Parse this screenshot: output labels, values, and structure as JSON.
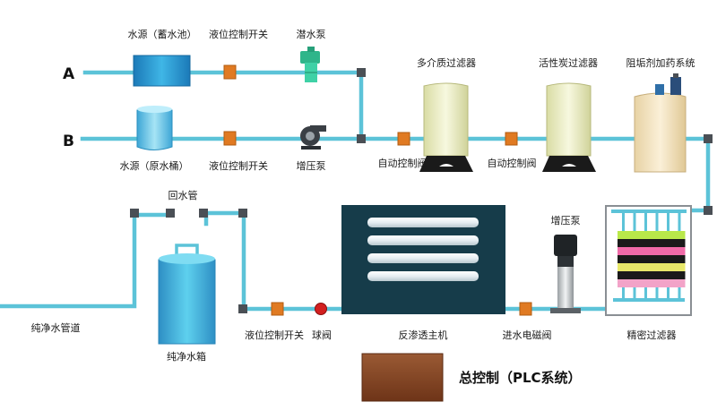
{
  "lines": {
    "a": "A",
    "b": "B"
  },
  "labels": {
    "source_reservoir": "水源（蓄水池）",
    "level_switch_a": "液位控制开关",
    "submersible_pump": "潜水泵",
    "source_bucket": "水源（原水桶）",
    "level_switch_b": "液位控制开关",
    "booster_pump_b": "增压泵",
    "multimedia_filter": "多介质过滤器",
    "carbon_filter": "活性炭过滤器",
    "antiscalant_system": "阻垢剂加药系统",
    "auto_valve_1": "自动控制阀",
    "auto_valve_2": "自动控制阀",
    "return_pipe": "回水管",
    "pure_water_pipe": "纯净水管道",
    "pure_water_tank": "纯净水箱",
    "level_switch_out": "液位控制开关",
    "ball_valve": "球阀",
    "ro_unit": "反渗透主机",
    "inlet_solenoid": "进水电磁阀",
    "booster_pump_ro": "增压泵",
    "precision_filter": "精密过滤器",
    "plc_control": "总控制（PLC系统）"
  },
  "colors": {
    "pipe": "#5cc3d8",
    "valve": "#e07a22",
    "tank_blue": "#3aa8cf",
    "filter_body": "#eef0c6",
    "ro_box": "#163c4a",
    "plc_box": "#8a4a26",
    "ball_valve": "#d22020"
  }
}
